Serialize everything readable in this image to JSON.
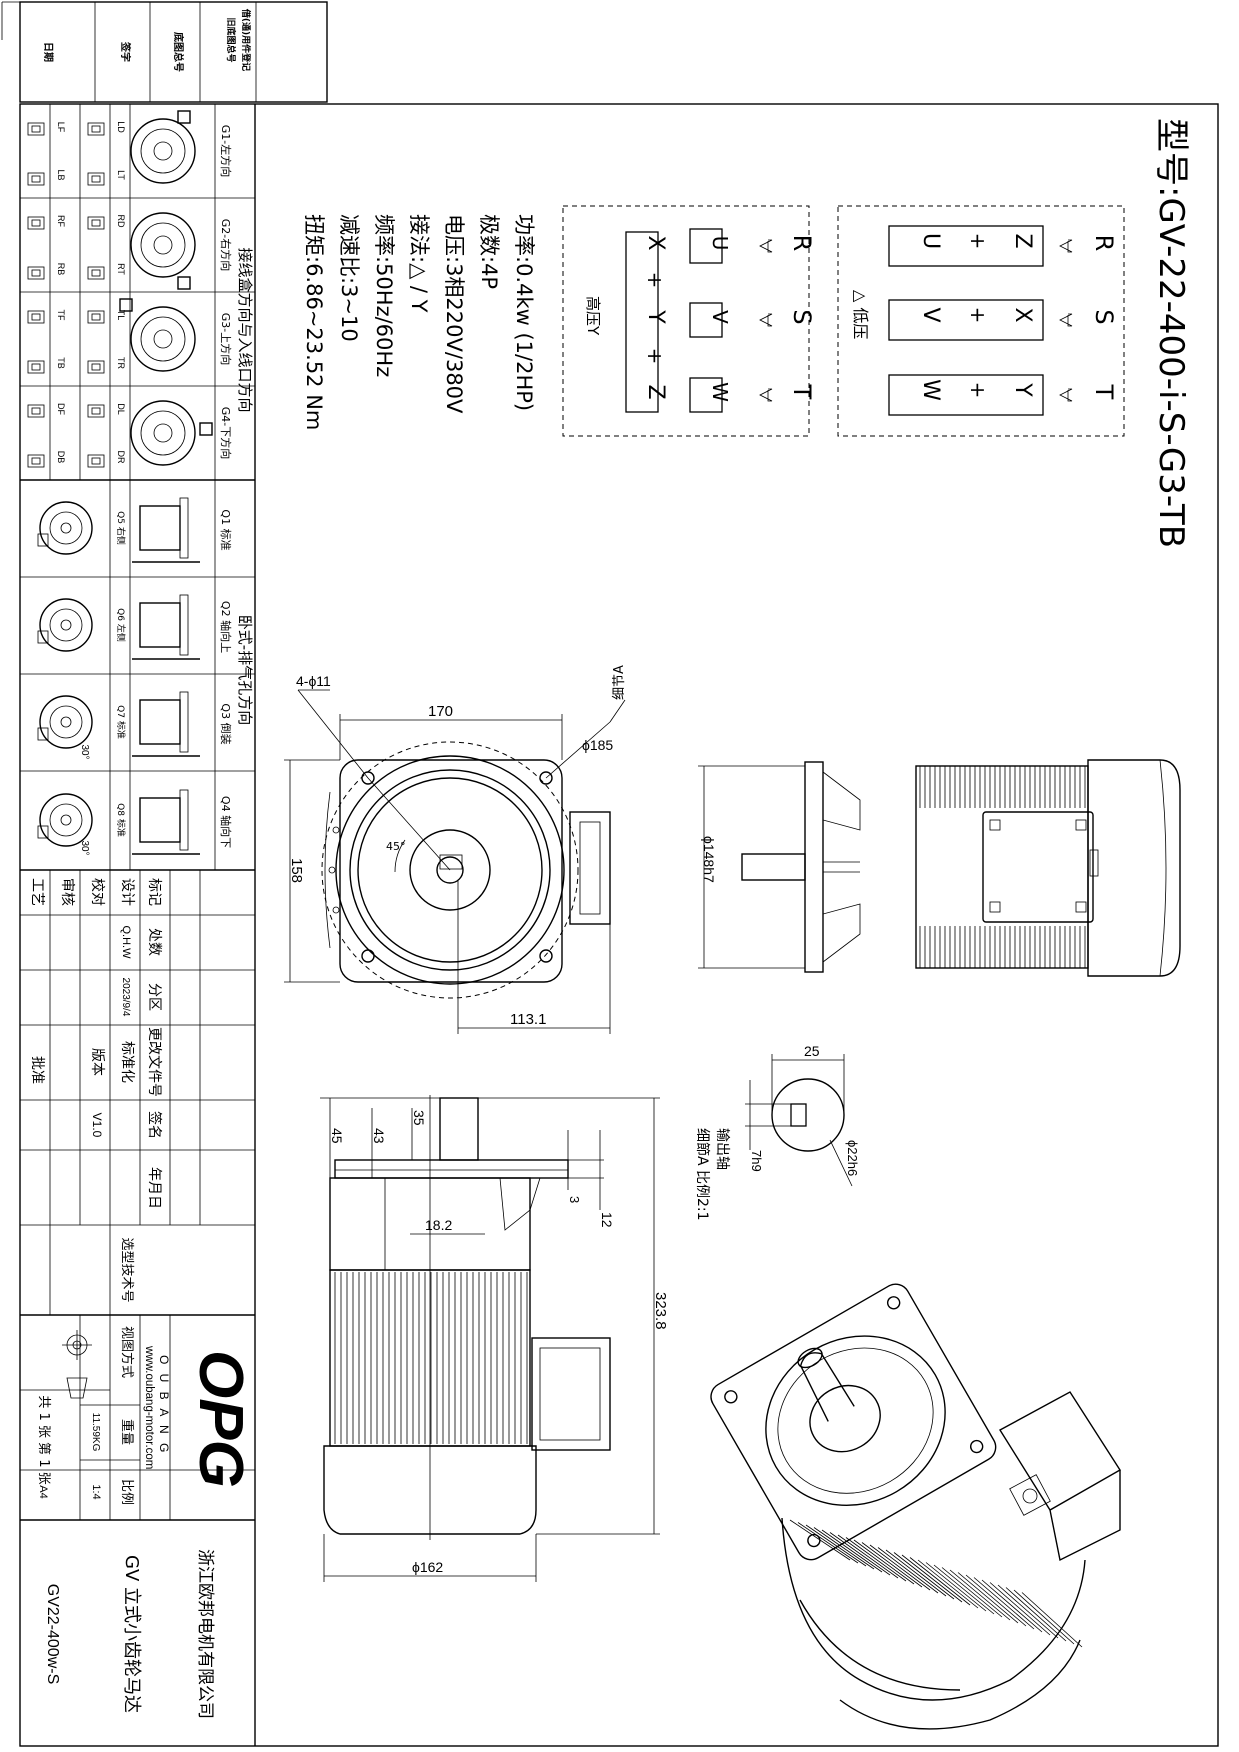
{
  "model": "型号:GV-22-400-i-S-G3-TB",
  "specs": [
    "功率:0.4kw (1/2HP)",
    "极数:4P",
    "电压:3相220V/380V",
    "接法:△ / Y",
    "频率:50Hz/60Hz",
    "减速比:3~10",
    "扭矩:6.86~23.52 Nm"
  ],
  "wiring": {
    "terminals": [
      "R",
      "S",
      "T"
    ],
    "low": {
      "label": "△ 低压",
      "pairs": [
        [
          "Z",
          "U"
        ],
        [
          "X",
          "V"
        ],
        [
          "Y",
          "W"
        ]
      ]
    },
    "high": {
      "label": "高压Y",
      "boxes": [
        "U",
        "V",
        "W"
      ],
      "star": [
        "X",
        "Y",
        "Z"
      ]
    },
    "plus": "+"
  },
  "dimensions": {
    "d170": "170",
    "d158": "158",
    "d185": "ϕ185",
    "d4x11": "4-ϕ11",
    "detail_a": "细节A",
    "d45deg": "45°",
    "d113": "113.1",
    "d148": "ϕ148h7",
    "d25": "25",
    "d22": "ϕ22h6",
    "d7": "7h9",
    "shaft_label": "输出轴",
    "detail_label": "细節A 比例2:1",
    "d45": "45",
    "d43": "43",
    "d35": "35",
    "d18": "18.2",
    "d3": "3",
    "d12": "12",
    "d323": "323.8",
    "d162": "ϕ162"
  },
  "orientation": {
    "title_box": "接线盒方向与入线口方向",
    "title_horiz": "卧式-排气孔方向",
    "g_labels": [
      "G1-左方向",
      "G2-右方向",
      "G3-上方向",
      "G4-下方向"
    ],
    "codes": [
      [
        "LD",
        "LT",
        "LF",
        "LB"
      ],
      [
        "RD",
        "RT",
        "RF",
        "RB"
      ],
      [
        "TL",
        "TR",
        "TF",
        "TB"
      ],
      [
        "DL",
        "DR",
        "DF",
        "DB"
      ]
    ],
    "q_labels": [
      "Q1 标准",
      "Q2 轴向上",
      "Q3 倒装",
      "Q4 轴向下"
    ],
    "q_sub": [
      "Q5 右侧",
      "Q6 左侧",
      "Q7 标准",
      "Q8 标准"
    ],
    "angles": [
      "30°",
      "30°"
    ]
  },
  "title_block": {
    "row_headers": [
      "标记",
      "处数",
      "分区",
      "更改文件号",
      "签名",
      "年月日"
    ],
    "roles": [
      "设计",
      "校对",
      "审核",
      "工艺",
      "批准"
    ],
    "designer": "Q.H.W",
    "date": "2023/9/4",
    "standard": "标准化",
    "version_label": "版本",
    "version": "V1.0",
    "selection_tech": "选型技术号",
    "view_method": "视图方式",
    "weight_label": "重量",
    "weight": "11.59KG",
    "scale_label": "比例",
    "scale": "1:4",
    "sheets": "共 1 张  第 1 张",
    "paper": "A4",
    "logo": "OPG",
    "logo_sub": "O U B A N G",
    "url": "www.oubang-motor.com",
    "company": "浙江欧邦电机有限公司",
    "product": "GV  立式小齿轮马达",
    "drawing_no": "GV22-400w-S"
  },
  "margin_labels": [
    "借(通)用件登记",
    "旧底图总号",
    "底图总号",
    "签字",
    "日期"
  ]
}
